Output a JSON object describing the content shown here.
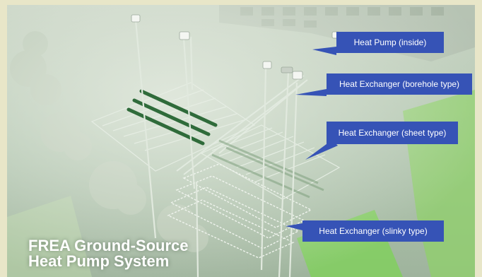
{
  "title": {
    "line1": "FREA Ground-Source",
    "line2": "Heat Pump System"
  },
  "callouts": [
    {
      "id": "heat-pump",
      "label": "Heat Pump (inside)"
    },
    {
      "id": "borehole",
      "label": "Heat Exchanger (borehole type)"
    },
    {
      "id": "sheet",
      "label": "Heat Exchanger (sheet type)"
    },
    {
      "id": "slinky",
      "label": "Heat Exchanger (slinky type)"
    }
  ],
  "colors": {
    "frame": "#e8e6c8",
    "callout_bg": "#3653b6",
    "ground": "#9fb89f",
    "grass_bright": "#7fd15a",
    "pipe_green": "#2f6b3a"
  }
}
